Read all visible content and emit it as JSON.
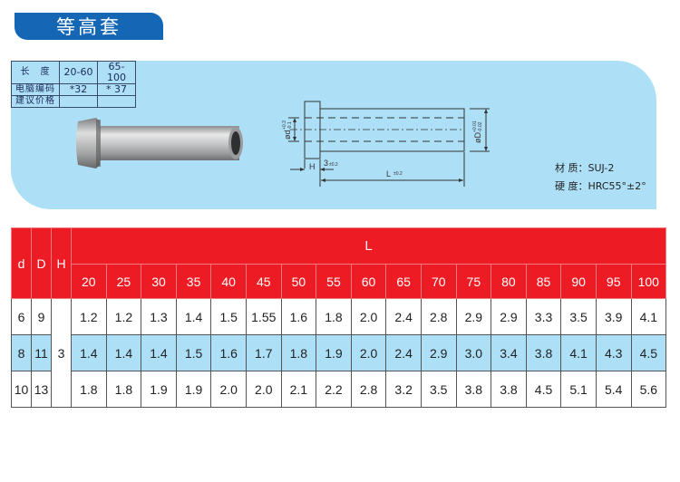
{
  "title": "等高套",
  "spec_table": {
    "rows": [
      {
        "label": "长　度",
        "c1": "20-60",
        "c2": "65-100"
      },
      {
        "label": "电脑编码",
        "c1": "*32",
        "c2": "* 37"
      },
      {
        "label": "建议价格",
        "c1": "",
        "c2": ""
      }
    ]
  },
  "drawing": {
    "d_label": "ød",
    "d_tol_upper": "+0.3",
    "d_tol_lower": "-0.1",
    "D_label": "øD",
    "D_tol_upper": "+0.01",
    "D_tol_lower": "-0.02",
    "H_label": "H",
    "H_value": "3",
    "H_tol": "±0.2",
    "L_label": "L",
    "L_tol": "±0.2"
  },
  "material": {
    "material_label": "材 质：",
    "material_value": "SUJ-2",
    "hardness_label": "硬 度：",
    "hardness_value": "HRC55°±2°"
  },
  "table": {
    "headers": {
      "d": "d",
      "D": "D",
      "H": "H",
      "L": "L"
    },
    "L_values": [
      "20",
      "25",
      "30",
      "35",
      "40",
      "45",
      "50",
      "55",
      "60",
      "65",
      "70",
      "75",
      "80",
      "85",
      "90",
      "95",
      "100"
    ],
    "H_value": "3",
    "rows": [
      {
        "d": "6",
        "D": "9",
        "values": [
          "1.2",
          "1.2",
          "1.3",
          "1.4",
          "1.5",
          "1.55",
          "1.6",
          "1.8",
          "2.0",
          "2.4",
          "2.8",
          "2.9",
          "2.9",
          "3.3",
          "3.5",
          "3.9",
          "4.1"
        ]
      },
      {
        "d": "8",
        "D": "11",
        "values": [
          "1.4",
          "1.4",
          "1.4",
          "1.5",
          "1.6",
          "1.7",
          "1.8",
          "1.9",
          "2.0",
          "2.4",
          "2.9",
          "3.0",
          "3.4",
          "3.8",
          "4.1",
          "4.3",
          "4.5"
        ]
      },
      {
        "d": "10",
        "D": "13",
        "values": [
          "1.8",
          "1.8",
          "1.9",
          "1.9",
          "2.0",
          "2.0",
          "2.1",
          "2.2",
          "2.8",
          "3.2",
          "3.5",
          "3.8",
          "3.8",
          "4.5",
          "5.1",
          "5.4",
          "5.6"
        ]
      }
    ]
  },
  "colors": {
    "title_bg": "#1567b5",
    "panel_bg": "#ade0f7",
    "header_red": "#ed1c24",
    "highlight_row": "#ade0f7"
  }
}
